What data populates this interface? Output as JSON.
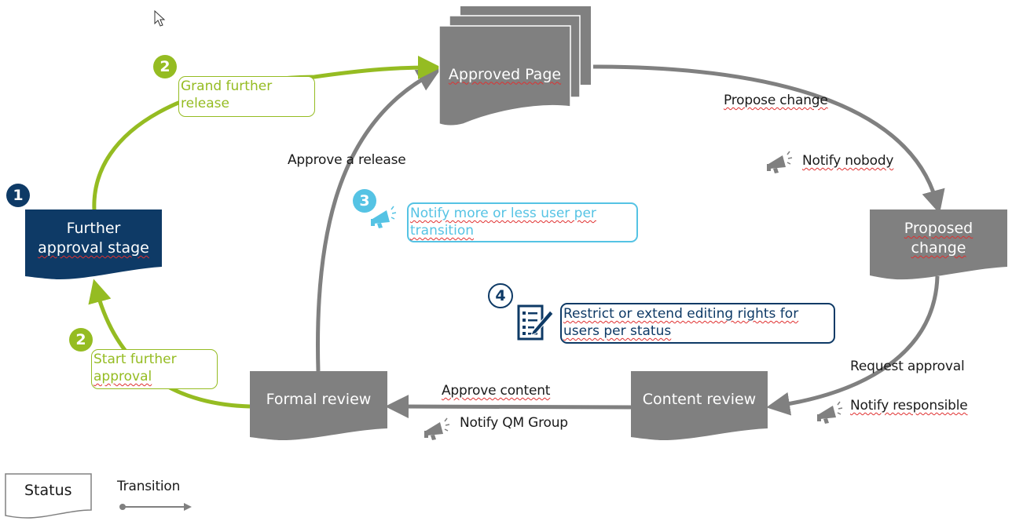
{
  "colors": {
    "status_gray": "#808080",
    "status_navy": "#0e3a66",
    "transition_green": "#95bc22",
    "notify_cyan": "#55c3e4",
    "text_dark": "#1a1a1a"
  },
  "statuses": {
    "approved_page": "Approved Page",
    "proposed_change_1": "Proposed",
    "proposed_change_2": "change",
    "content_review": "Content review",
    "formal_review": "Formal review",
    "further_approval_1": "Further",
    "further_approval_2": "approval stage"
  },
  "transitions": {
    "propose_change": "Propose change",
    "notify_nobody": "Notify nobody",
    "request_approval": "Request approval",
    "notify_responsible": "Notify responsible",
    "approve_content": "Approve content",
    "notify_qm_group": "Notify QM Group",
    "approve_release": "Approve a release"
  },
  "callouts": {
    "badge_1": "1",
    "badge_2_top": "2",
    "badge_2_bottom": "2",
    "badge_3": "3",
    "badge_4": "4",
    "grand_release_1": "Grand further",
    "grand_release_2": "release",
    "start_approval_1": "Start further",
    "start_approval_2": "approval",
    "notify_more_1": " Notify more or less user per",
    "notify_more_2": "transition",
    "restrict_1": " Restrict or extend editing rights for",
    "restrict_2": "users per status"
  },
  "legend": {
    "status": "Status",
    "transition": "Transition"
  },
  "icons": {
    "megaphone": "megaphone-icon",
    "checklist": "checklist-edit-icon",
    "cursor": "mouse-cursor-icon"
  }
}
